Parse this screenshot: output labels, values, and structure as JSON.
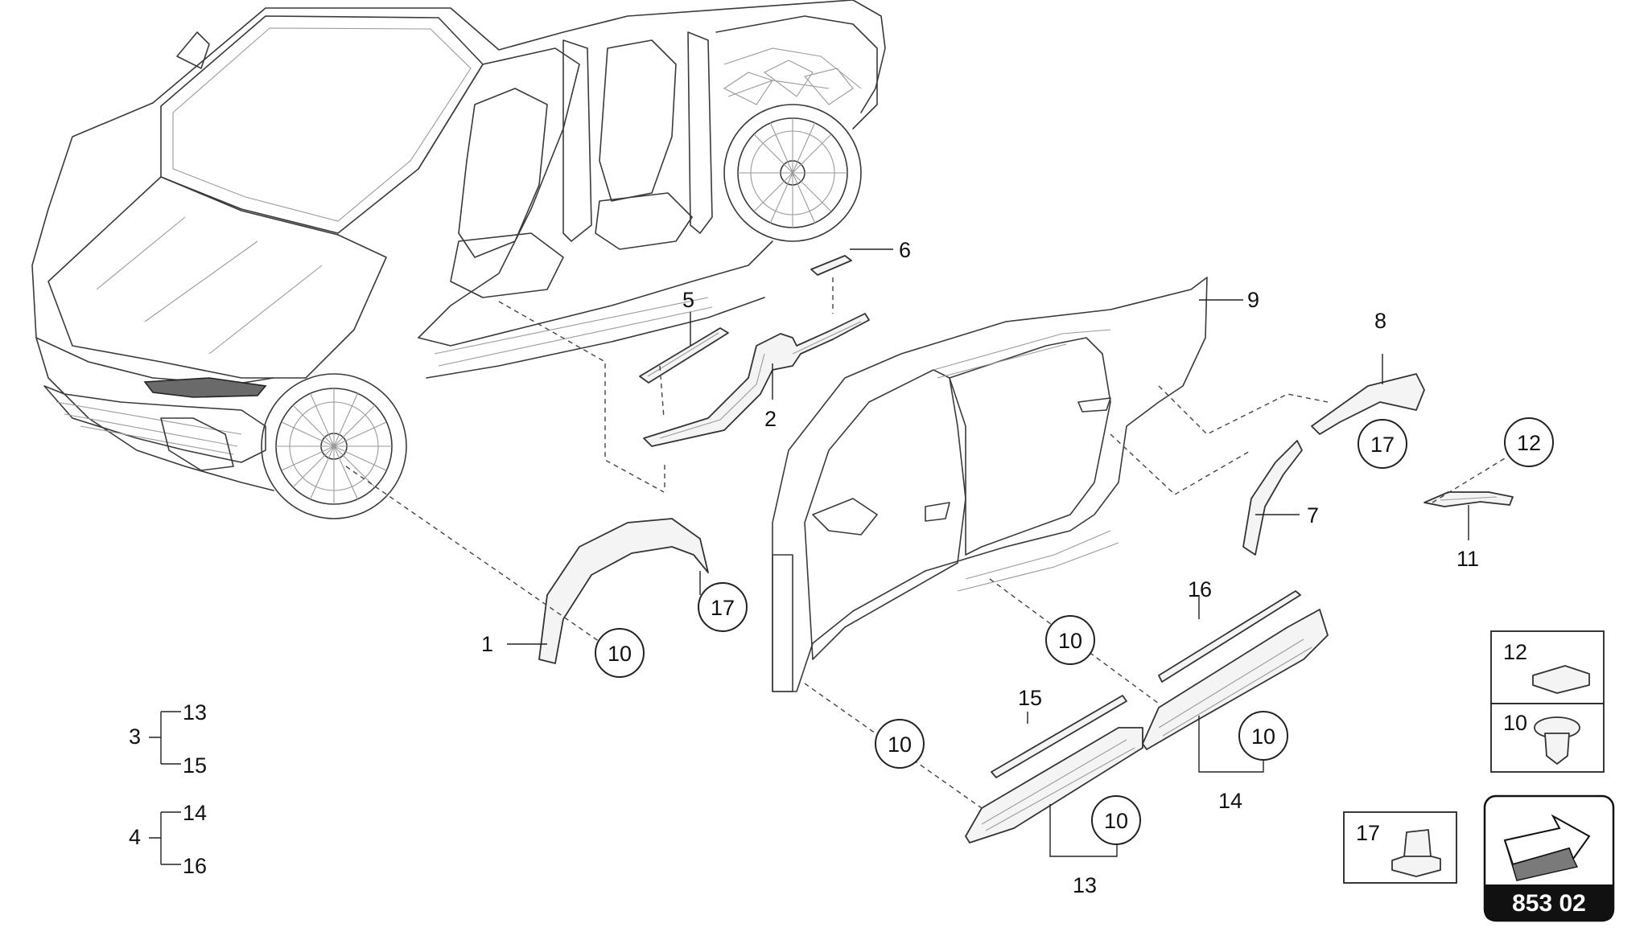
{
  "diagram": {
    "part_labels": [
      "1",
      "2",
      "5",
      "6",
      "7",
      "8",
      "9",
      "11",
      "13",
      "14",
      "15",
      "16"
    ],
    "callouts": {
      "c10a": "10",
      "c10b": "10",
      "c10c": "10",
      "c10d": "10",
      "c10e": "10",
      "c17a": "17",
      "c17b": "17",
      "c12": "12"
    },
    "groups": [
      {
        "parent": "3",
        "children": [
          "13",
          "15"
        ]
      },
      {
        "parent": "4",
        "children": [
          "14",
          "16"
        ]
      }
    ],
    "legend": {
      "box12": "12",
      "box10": "10",
      "box17": "17"
    },
    "page_code": "853 02"
  }
}
